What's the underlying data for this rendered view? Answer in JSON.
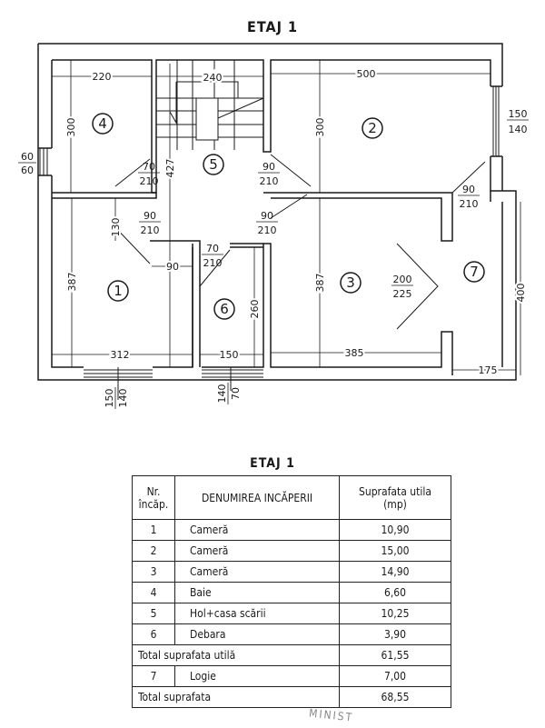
{
  "plan": {
    "title": "ETAJ 1",
    "rooms": [
      "1",
      "2",
      "3",
      "4",
      "5",
      "6",
      "7"
    ],
    "dimensions": {
      "d220": "220",
      "d240": "240",
      "d500": "500",
      "d300a": "300",
      "d427": "427",
      "d300b": "300",
      "d387a": "387",
      "d130": "130",
      "d90": "90",
      "d387b": "387",
      "d260": "260",
      "d312": "312",
      "d150": "150",
      "d385": "385",
      "d175": "175",
      "d400": "400"
    },
    "openings": {
      "w_left": [
        "60",
        "60"
      ],
      "w_right": [
        "150",
        "140"
      ],
      "door_4": [
        "70",
        "210"
      ],
      "door_2": [
        "90",
        "210"
      ],
      "door_7": [
        "90",
        "210"
      ],
      "door_1": [
        "90",
        "210"
      ],
      "door_3": [
        "90",
        "210"
      ],
      "door_6": [
        "70",
        "210"
      ],
      "door_37": [
        "200",
        "225"
      ],
      "w_bottom1": [
        "150",
        "140"
      ],
      "w_bottom6": [
        "140",
        "70"
      ]
    }
  },
  "table": {
    "title": "ETAJ 1",
    "headers": {
      "nr_line1": "Nr.",
      "nr_line2": "încăp.",
      "name": "DENUMIREA INCĂPERII",
      "area_line1": "Suprafata utila",
      "area_line2": "(mp)"
    },
    "rows": [
      {
        "nr": "1",
        "name": "Cameră",
        "area": "10,90"
      },
      {
        "nr": "2",
        "name": "Cameră",
        "area": "15,00"
      },
      {
        "nr": "3",
        "name": "Cameră",
        "area": "14,90"
      },
      {
        "nr": "4",
        "name": "Baie",
        "area": "6,60"
      },
      {
        "nr": "5",
        "name": "Hol+casa scării",
        "area": "10,25"
      },
      {
        "nr": "6",
        "name": "Debara",
        "area": "3,90"
      }
    ],
    "subtotal": {
      "label": "Total suprafata utilă",
      "area": "61,55"
    },
    "logia": {
      "nr": "7",
      "name": "Logie",
      "area": "7,00"
    },
    "total": {
      "label": "Total suprafata",
      "area": "68,55"
    }
  },
  "stamp": "MINIST"
}
